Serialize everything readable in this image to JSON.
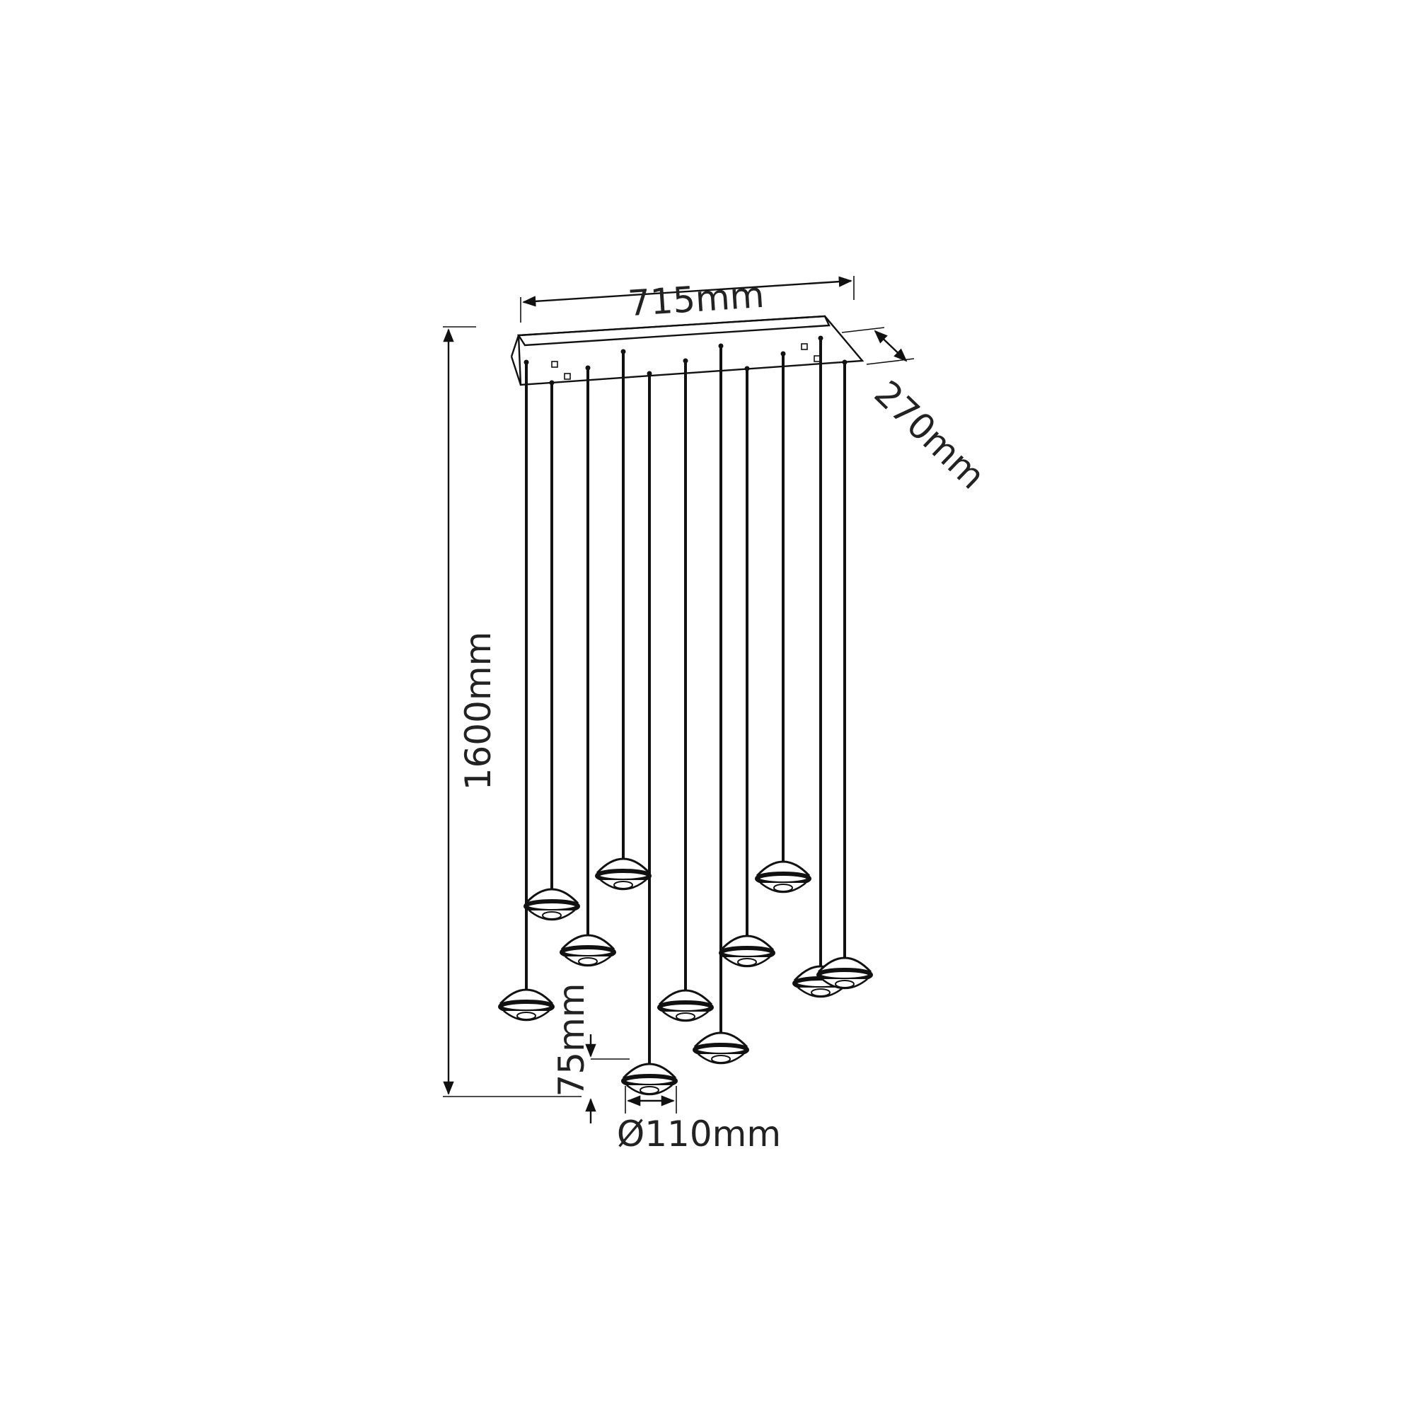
{
  "diagram": {
    "colors": {
      "line": "#111111",
      "text": "#222222",
      "background": "#ffffff"
    },
    "dimensions": {
      "width": "715mm",
      "depth": "270mm",
      "height": "1600mm",
      "shade_height": "75mm",
      "shade_diameter": "Ø110mm"
    },
    "pendant_count": 11
  }
}
